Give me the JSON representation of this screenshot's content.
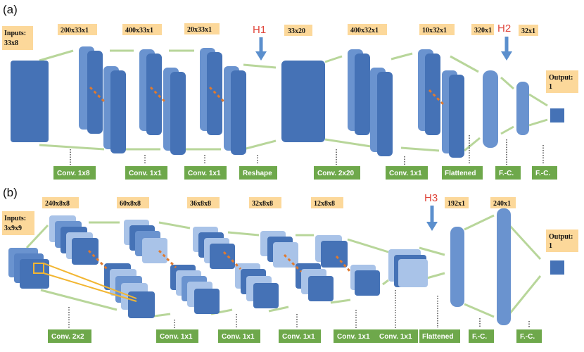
{
  "panels": {
    "a": "(a)",
    "b": "(b)"
  },
  "colors": {
    "block_dark": "#4572b6",
    "block_mid": "#6a93cf",
    "block_light": "#a9c3e8",
    "dim_label_bg": "#fcd89a",
    "op_label_bg": "#6ea84b",
    "highlight_text": "#e0453a",
    "flow_arrow": "#b8d69a"
  },
  "a": {
    "input_label": [
      "Inputs:",
      "33x8"
    ],
    "output_label": [
      "Output:",
      "1"
    ],
    "dims": [
      "200x33x1",
      "400x33x1",
      "20x33x1",
      "33x20",
      "400x32x1",
      "10x32x1",
      "320x1",
      "32x1"
    ],
    "ops": [
      "Conv. 1x8",
      "Conv. 1x1",
      "Conv. 1x1",
      "Reshape",
      "Conv. 2x20",
      "Conv. 1x1",
      "Flattened",
      "F.-C.",
      "F.-C."
    ],
    "markers": [
      "H1",
      "H2"
    ]
  },
  "b": {
    "input_label": [
      "Inputs:",
      "3x9x9"
    ],
    "output_label": [
      "Output:",
      "1"
    ],
    "dims": [
      "240x8x8",
      "60x8x8",
      "36x8x8",
      "32x8x8",
      "12x8x8",
      "192x1",
      "240x1"
    ],
    "ops": [
      "Conv. 2x2",
      "Conv. 1x1",
      "Conv. 1x1",
      "Conv. 1x1",
      "Conv. 1x1",
      "Conv. 1x1",
      "Flattened",
      "F.-C.",
      "F.-C."
    ],
    "markers": [
      "H3"
    ]
  }
}
